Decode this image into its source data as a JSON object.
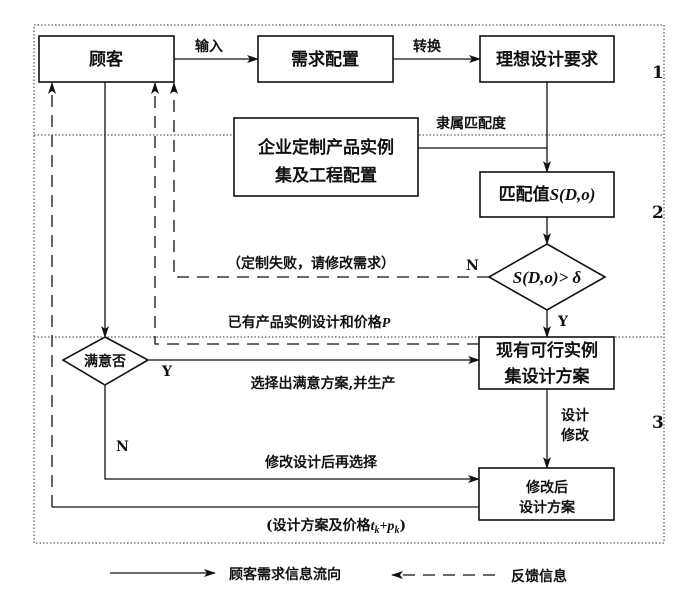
{
  "regions": [
    "1",
    "2",
    "3"
  ],
  "nodes": {
    "customer": "顾客",
    "requirement_config": "需求配置",
    "ideal_design": "理想设计要求",
    "enterprise_line1": "企业定制产品实例",
    "enterprise_line2": "集及工程配置",
    "match_value_prefix": "匹配值",
    "match_value_expr": "S(D,o)",
    "decision_expr": "S(D,o)> δ",
    "existing_line1": "现有可行实例",
    "existing_line2": "集设计方案",
    "modified_line1": "修改后",
    "modified_line2": "设计方案",
    "satisfied": "满意否"
  },
  "edges": {
    "input": "输入",
    "convert": "转换",
    "membership": "隶属匹配度",
    "fail": "（定制失败，请修改需求）",
    "no1": "N",
    "yes1": "Y",
    "existing_price_prefix": "已有产品实例设计和价格",
    "existing_price_var": "P",
    "yes2": "Y",
    "select": "选择出满意方案,并生产",
    "design_mod_line1": "设计",
    "design_mod_line2": "修改",
    "no2": "N",
    "reselect": "修改设计后再选择",
    "price_prefix": "(设计方案及价格",
    "price_expr": "t",
    "price_sub1": "k",
    "price_plus": "+p",
    "price_sub2": "k",
    "price_suffix": ")"
  },
  "legend": {
    "solid": "顾客需求信息流向",
    "dashed": "反馈信息"
  }
}
